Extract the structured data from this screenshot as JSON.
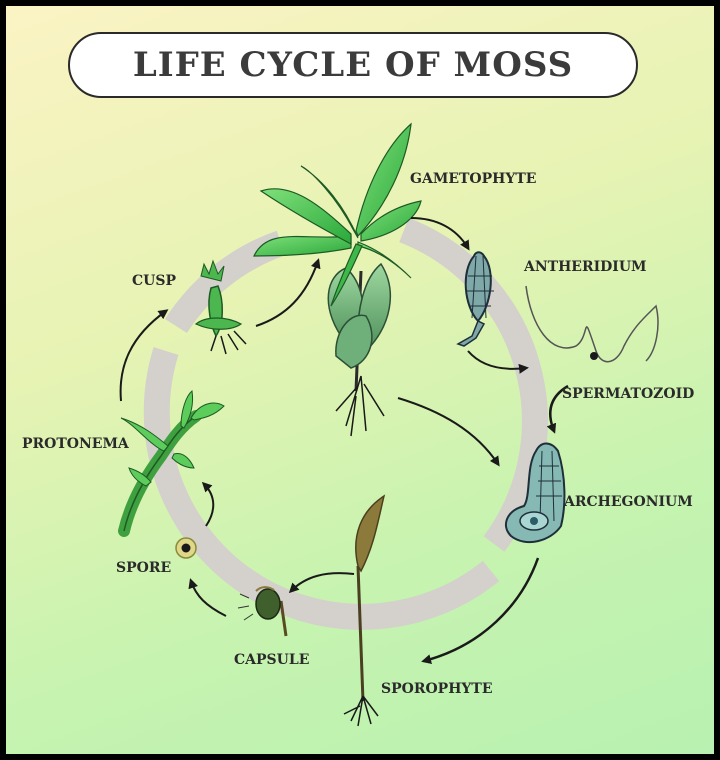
{
  "title": "LIFE CYCLE OF MOSS",
  "stages": {
    "gametophyte": "GAMETOPHYTE",
    "antheridium": "ANTHERIDIUM",
    "spermatozoid": "SPERMATOZOID",
    "archegonium": "ARCHEGONIUM",
    "sporophyte": "SPOROPHYTE",
    "capsule": "CAPSULE",
    "spore": "SPORE",
    "protonema": "PROTONEMA",
    "cusp": "CUSP"
  }
}
